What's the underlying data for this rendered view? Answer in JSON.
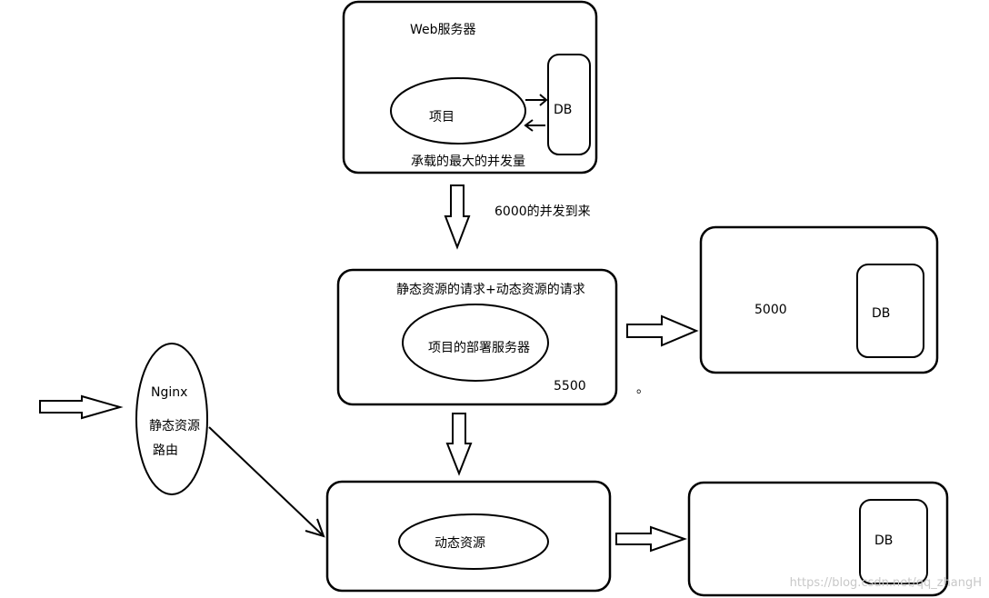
{
  "labels": {
    "web_server_title": "Web服务器",
    "project": "项目",
    "db_top": "DB",
    "max_concurrency": "承载的最大的并发量",
    "incoming_6000": "6000的并发到来",
    "static_dynamic_requests": "静态资源的请求+动态资源的请求",
    "deploy_server": "项目的部署服务器",
    "capacity_5500": "5500",
    "capacity_5000": "5000",
    "db_right_top": "DB",
    "dot": "。",
    "nginx": "Nginx",
    "static_resources": "静态资源",
    "routing": "路由",
    "dynamic_resources": "动态资源",
    "db_right_bottom": "DB"
  },
  "watermark": "https://blog.csdn.net/qq_zhangH"
}
